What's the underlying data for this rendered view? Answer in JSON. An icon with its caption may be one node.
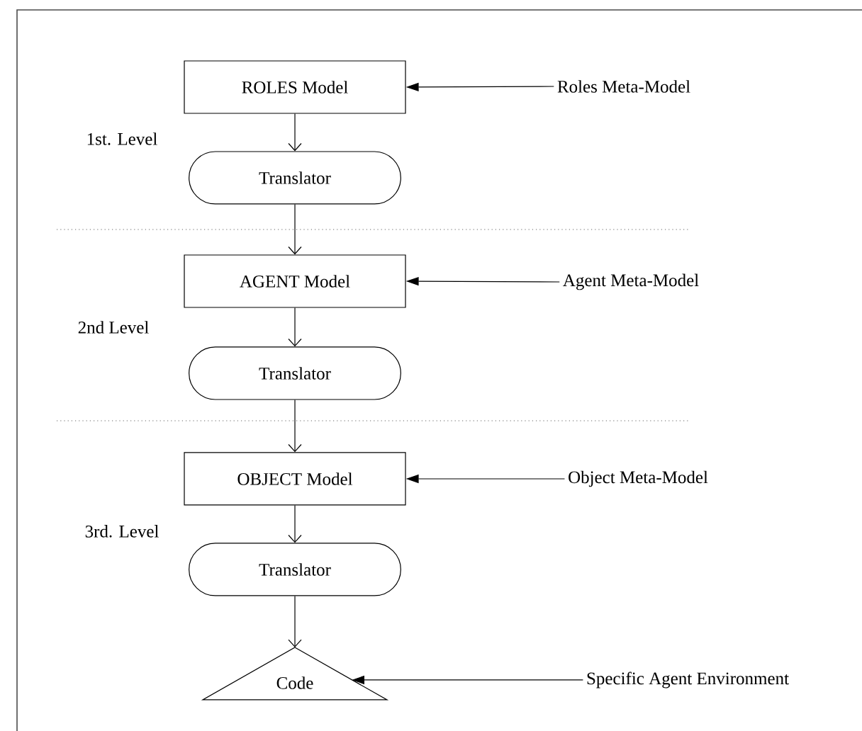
{
  "diagram": {
    "nodes": [
      {
        "text": [
          "ROLES Model"
        ]
      },
      {
        "text": [
          "Roles Meta-Model"
        ]
      },
      {
        "text": [
          "Translator"
        ]
      },
      {
        "text": [
          "AGENT Model"
        ]
      },
      {
        "text": [
          "Agent Meta-Model"
        ]
      },
      {
        "text": [
          "Translator"
        ]
      },
      {
        "text": [
          "OBJECT Model"
        ]
      },
      {
        "text": [
          "Object Meta-Model"
        ]
      },
      {
        "text": [
          "Translator"
        ]
      },
      {
        "text": [
          "Code"
        ]
      },
      {
        "text": [
          "Specific Agent Environment"
        ]
      }
    ],
    "edges": [
      {
        "from": 1,
        "to": 0,
        "arrow": "to"
      },
      {
        "from": 0,
        "to": 2,
        "arrow": "to"
      },
      {
        "from": 2,
        "to": 3,
        "arrow": "to"
      },
      {
        "from": 4,
        "to": 3,
        "arrow": "to"
      },
      {
        "from": 3,
        "to": 5,
        "arrow": "to"
      },
      {
        "from": 5,
        "to": 6,
        "arrow": "to"
      },
      {
        "from": 7,
        "to": 6,
        "arrow": "to"
      },
      {
        "from": 6,
        "to": 8,
        "arrow": "to"
      },
      {
        "from": 8,
        "to": 9,
        "arrow": "to"
      },
      {
        "from": 10,
        "to": 9,
        "arrow": "to"
      }
    ],
    "labels": [
      "1st. Level",
      "2nd Level",
      "3rd. Level"
    ]
  }
}
